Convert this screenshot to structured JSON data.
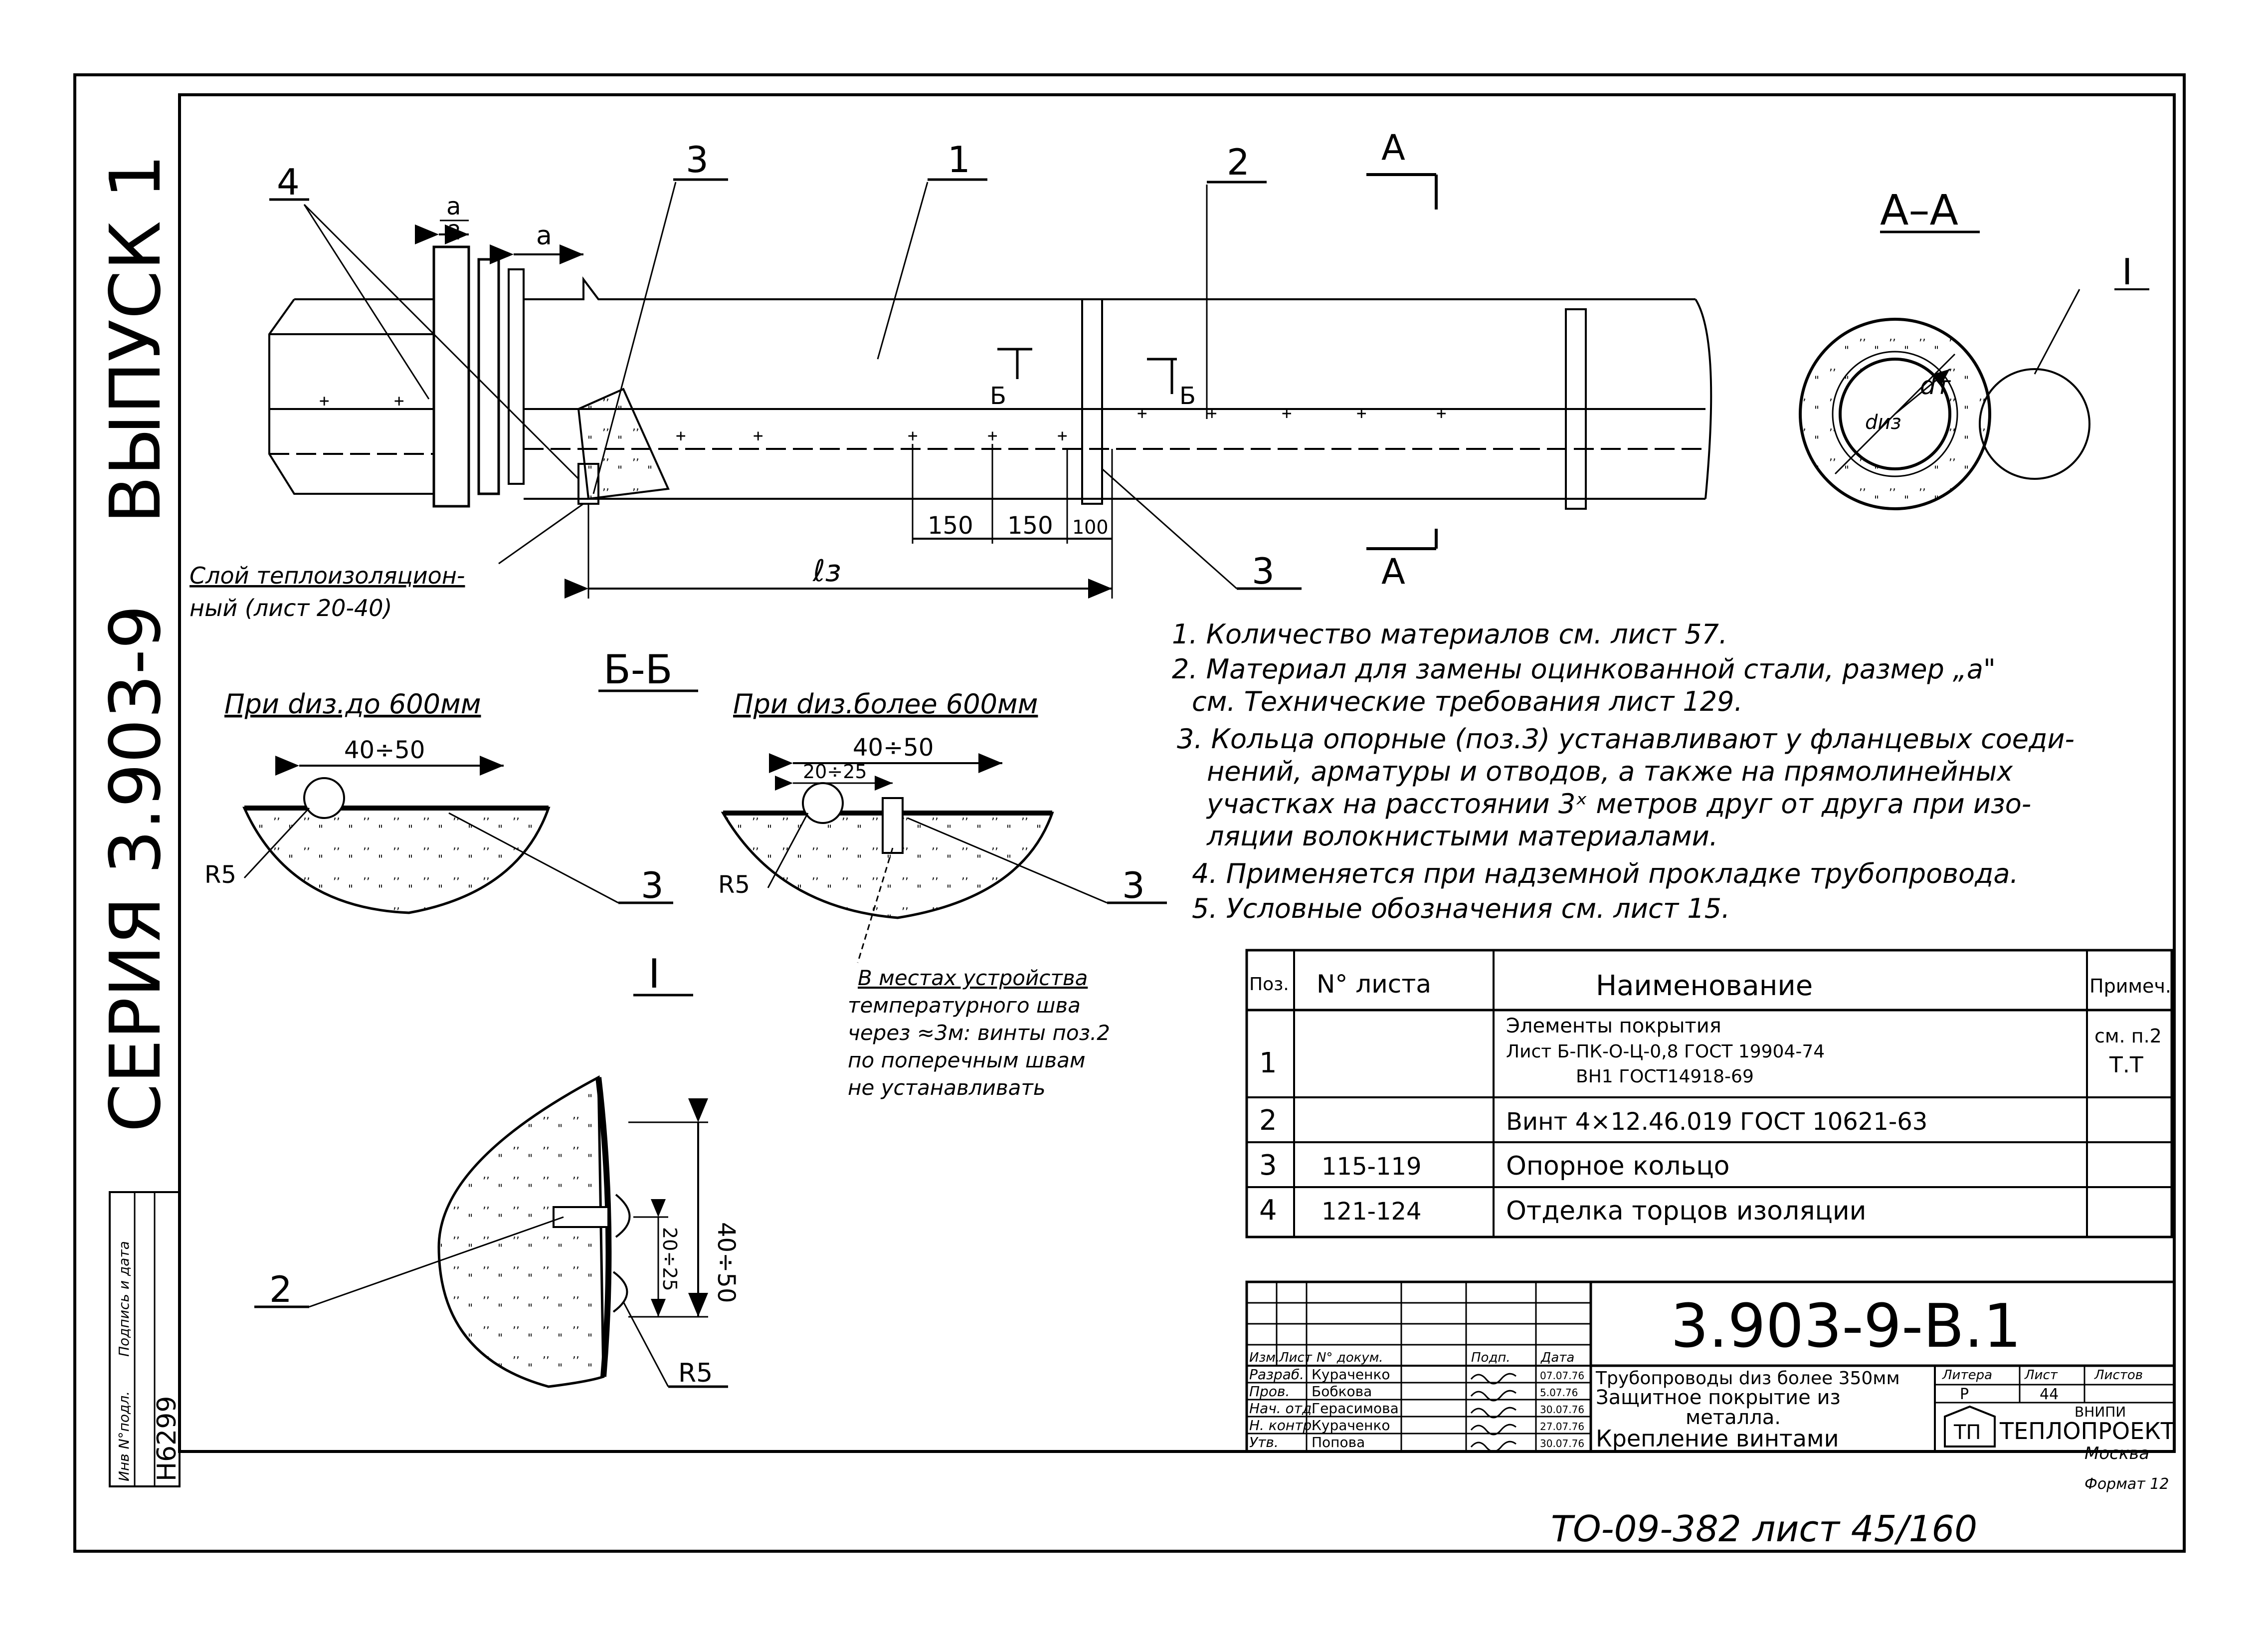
{
  "side": {
    "release": "ВЫПУСК 1",
    "series": "СЕРИЯ 3.903-9",
    "inv_label": "Инв N°подл.",
    "sign_label": "Подпись и дата",
    "inv_number": "Н6299"
  },
  "main_view": {
    "callouts": [
      "4",
      "3",
      "1",
      "2",
      "3"
    ],
    "a_half": "a",
    "a_half_den": "2",
    "a_label": "a",
    "section_letter_top": "A",
    "section_letter_bottom": "A",
    "b_marks": [
      "Б",
      "Б"
    ],
    "dim_150_a": "150",
    "dim_150_b": "150",
    "dim_100": "100",
    "l3": "ℓз",
    "layer_note_1": "Слой теплоизоляцион-",
    "layer_note_2": "ный (лист 20-40)"
  },
  "section_aa": {
    "title": "A–A",
    "d_t": "dт",
    "d_iz": "dиз",
    "detail_mark": "I"
  },
  "section_bb": {
    "title": "Б-Б",
    "left_caption": "При dиз.до 600мм",
    "right_caption": "При dиз.более 600мм",
    "dim_left": "40÷50",
    "dim_right": "40÷50",
    "dim_small": "20÷25",
    "r5_left": "R5",
    "r5_right": "R5",
    "callout_left": "3",
    "callout_right": "3",
    "note_1": "В местах устройства",
    "note_2": "температурного шва",
    "note_3": "через ≈3м: винты поз.2",
    "note_4": "по поперечным швам",
    "note_5": "не устанавливать"
  },
  "detail_I": {
    "title": "I",
    "dim_big": "40÷50",
    "dim_small": "20÷25",
    "r5": "R5",
    "callout": "2"
  },
  "notes": [
    "1. Количество материалов см. лист 57.",
    "2. Материал для замены оцинкованной стали, размер „а\"",
    "см. Технические требования лист 129.",
    "3. Кольца опорные (поз.3) устанавливают у фланцевых соеди-",
    "нений, арматуры и отводов, а также на прямолинейных",
    "участках на расстоянии 3ˣ метров друг от друга при изо-",
    "ляции волокнистыми материалами.",
    "4. Применяется при надземной прокладке трубопровода.",
    "5. Условные обозначения см. лист 15."
  ],
  "spec_table": {
    "headers": [
      "Поз.",
      "N° листа",
      "Наименование",
      "Примеч."
    ],
    "rows": [
      {
        "pos": "1",
        "sheet": "",
        "name_1": "Элементы покрытия",
        "name_2": "Лист Б-ПК-О-Ц-0,8 ГОСТ 19904-74",
        "name_3": "ВН1 ГОСТ14918-69",
        "note_1": "см. п.2",
        "note_2": "Т.Т"
      },
      {
        "pos": "2",
        "sheet": "",
        "name_1": "Винт 4×12.46.019 ГОСТ 10621-63",
        "note_1": ""
      },
      {
        "pos": "3",
        "sheet": "115-119",
        "name_1": "Опорное кольцо",
        "note_1": ""
      },
      {
        "pos": "4",
        "sheet": "121-124",
        "name_1": "Отделка торцов изоляции",
        "note_1": ""
      }
    ]
  },
  "title_block": {
    "code": "3.903-9-В.1",
    "col_headers": [
      "Изм.",
      "Лист",
      "N° докум.",
      "Подп.",
      "Дата"
    ],
    "people": [
      {
        "role": "Разраб.",
        "name": "Кураченко",
        "date": "07.07.76"
      },
      {
        "role": "Пров.",
        "name": "Бобкова",
        "date": "5.07.76"
      },
      {
        "role": "Нач. отд.",
        "name": "Герасимова",
        "date": "30.07.76"
      },
      {
        "role": "Н. контр.",
        "name": "Кураченко",
        "date": "27.07.76"
      },
      {
        "role": "Утв.",
        "name": "Попова",
        "date": "30.07.76"
      }
    ],
    "desc_1": "Трубопроводы dиз более 350мм",
    "desc_2": "Защитное покрытие из",
    "desc_3": "металла.",
    "desc_4": "Крепление винтами",
    "stage_label": "Литера",
    "sheet_label": "Лист",
    "sheets_label": "Листов",
    "stage_value": "Р",
    "sheet_value": "44",
    "org_1": "ВНИПИ",
    "org_2": "ТЕПЛОПРОЕКТ",
    "org_3": "Москва",
    "format": "Формат 12"
  },
  "stamp_footer": "ТО-09-382 лист 45/160"
}
